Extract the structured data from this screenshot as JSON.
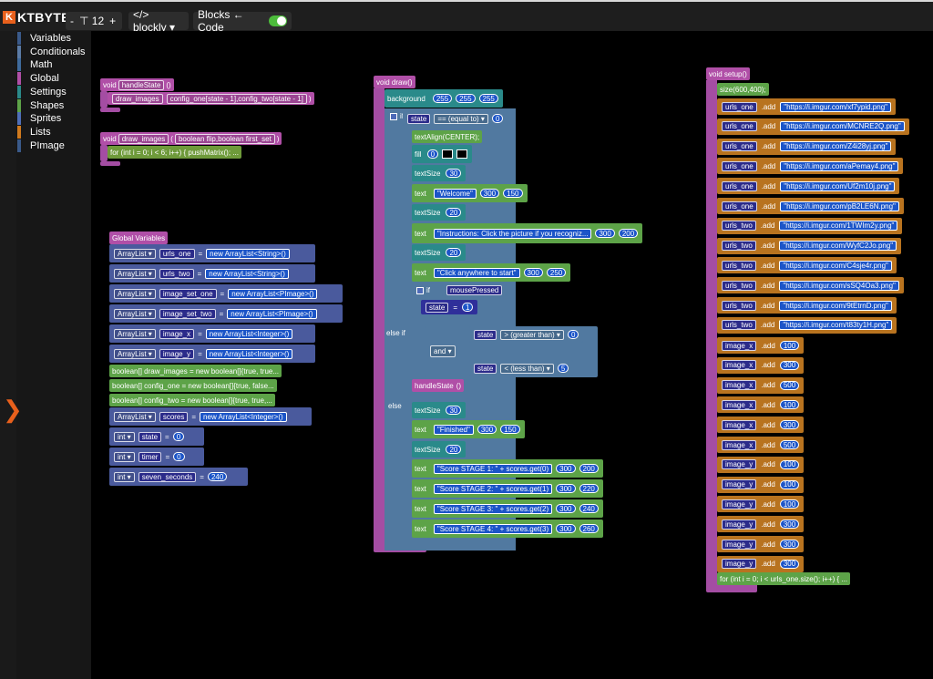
{
  "topbar": {
    "logo_mark": "K",
    "logo_text": "KTBYTE",
    "font_minus": "-",
    "font_size_label": "⊤ 12",
    "font_plus": "+",
    "mode_label": "</> blockly ▾",
    "toggle_label": "Blocks ← Code"
  },
  "sidebar": {
    "items": [
      {
        "label": "Variables",
        "color": "#3a5a8a"
      },
      {
        "label": "Conditionals",
        "color": "#5b7ba6"
      },
      {
        "label": "Math",
        "color": "#3f6b9d"
      },
      {
        "label": "Global",
        "color": "#b04fa7"
      },
      {
        "label": "Settings",
        "color": "#2b8a8a"
      },
      {
        "label": "Shapes",
        "color": "#5da348"
      },
      {
        "label": "Sprites",
        "color": "#4f6fb8"
      },
      {
        "label": "Lists",
        "color": "#d07a1e"
      },
      {
        "label": "PImage",
        "color": "#3a5a8a"
      }
    ],
    "collapse_arrow": "❯"
  },
  "workspace": {
    "handle_state": {
      "void": "void",
      "name": "handleState",
      "paren": "()",
      "body_call": "draw_images",
      "body_args": "config_one[state - 1],config_two[state - 1]",
      "body_close": ")"
    },
    "draw_images_fn": {
      "void": "void",
      "name": "draw_images",
      "params": "boolean flip,boolean first_set",
      "close": ")",
      "body": "for (int i = 0; i < 6; i++) {     pushMatrix(); ..."
    },
    "globals": {
      "title": "Global Variables",
      "rows": [
        {
          "type": "ArrayList ▾",
          "name": "urls_one",
          "value": "new ArrayList<String>()"
        },
        {
          "type": "ArrayList ▾",
          "name": "urls_two",
          "value": "new ArrayList<String>()"
        },
        {
          "type": "ArrayList ▾",
          "name": "image_set_one",
          "value": "new ArrayList<PImage>()"
        },
        {
          "type": "ArrayList ▾",
          "name": "image_set_two",
          "value": "new ArrayList<PImage>()"
        },
        {
          "type": "ArrayList ▾",
          "name": "image_x",
          "value": "new ArrayList<Integer>()"
        },
        {
          "type": "ArrayList ▾",
          "name": "image_y",
          "value": "new ArrayList<Integer>()"
        }
      ],
      "code_rows": [
        "boolean[] draw_images = new boolean[]{true, true...",
        "boolean[] config_one = new boolean[]{true, false...",
        "boolean[] config_two = new boolean[]{true, true,..."
      ],
      "scores": {
        "type": "ArrayList ▾",
        "name": "scores",
        "value": "new ArrayList<Integer>()"
      },
      "ints": [
        {
          "type": "int ▾",
          "name": "state",
          "value": "0"
        },
        {
          "type": "int ▾",
          "name": "timer",
          "value": "0"
        },
        {
          "type": "int ▾",
          "name": "seven_seconds",
          "value": "240"
        }
      ]
    },
    "draw": {
      "header": "void draw()",
      "background": {
        "label": "background",
        "r": "255",
        "g": "255",
        "b": "255"
      },
      "if_label": "if",
      "if_var": "state",
      "if_op": "== (equal to) ▾",
      "if_val": "0",
      "text_align": "textAlign(CENTER);",
      "fill_label": "fill",
      "fill_val": "0",
      "text_size_label": "textSize",
      "text_label": "text",
      "b1": {
        "size": "30",
        "text": "\"Welcome\"",
        "x": "300",
        "y": "150"
      },
      "b2": {
        "size": "20",
        "text": "\"Instructions: Click the picture if you recogniz...",
        "x": "300",
        "y": "200"
      },
      "b3": {
        "size": "20",
        "text": "\"Click anywhere to start\"",
        "x": "300",
        "y": "250"
      },
      "mouse_if": "if",
      "mouse_pressed": "mousePressed",
      "state_set": "state",
      "state_eq": "=",
      "state_val": "1",
      "else_if": "else if",
      "and_label": "and ▾",
      "gt_var": "state",
      "gt_op": "> (greater than) ▾",
      "gt_val": "0",
      "lt_var": "state",
      "lt_op": "< (less than) ▾",
      "lt_val": "5",
      "handle_call": "handleState",
      "handle_paren": "()",
      "else_label": "else",
      "finished": {
        "size": "30",
        "text": "\"Finished\"",
        "x": "300",
        "y": "150"
      },
      "score_size": "20",
      "scores": [
        {
          "text": "\"Score STAGE 1: \" + scores.get(0)",
          "x": "300",
          "y": "200"
        },
        {
          "text": "\"Score STAGE 2: \" + scores.get(1)",
          "x": "300",
          "y": "220"
        },
        {
          "text": "\"Score STAGE 3: \" + scores.get(2)",
          "x": "300",
          "y": "240"
        },
        {
          "text": "\"Score STAGE 4: \" + scores.get(3)",
          "x": "300",
          "y": "260"
        }
      ]
    },
    "setup": {
      "header": "void setup()",
      "size": "size(600,400);",
      "add_label": ".add",
      "urls": [
        {
          "list": "urls_one",
          "url": "\"https://i.imgur.com/xf7ypid.png\""
        },
        {
          "list": "urls_one",
          "url": "\"https://i.imgur.com/MCNRE2Q.png\""
        },
        {
          "list": "urls_one",
          "url": "\"https://i.imgur.com/Z4i28yj.png\""
        },
        {
          "list": "urls_one",
          "url": "\"https://i.imgur.com/aPemay4.png\""
        },
        {
          "list": "urls_one",
          "url": "\"https://i.imgur.com/Uf2m10j.png\""
        },
        {
          "list": "urls_one",
          "url": "\"https://i.imgur.com/pB2LE6N.png\""
        },
        {
          "list": "urls_two",
          "url": "\"https://i.imgur.com/1TWIm2y.png\""
        },
        {
          "list": "urls_two",
          "url": "\"https://i.imgur.com/WyfC2Jo.png\""
        },
        {
          "list": "urls_two",
          "url": "\"https://i.imgur.com/C4sje4r.png\""
        },
        {
          "list": "urls_two",
          "url": "\"https://i.imgur.com/sSQ4Oa3.png\""
        },
        {
          "list": "urls_two",
          "url": "\"https://i.imgur.com/9tEtrnD.png\""
        },
        {
          "list": "urls_two",
          "url": "\"https://i.imgur.com/t83ty1H.png\""
        }
      ],
      "coords": [
        {
          "list": "image_x",
          "val": "100"
        },
        {
          "list": "image_x",
          "val": "300"
        },
        {
          "list": "image_x",
          "val": "500"
        },
        {
          "list": "image_x",
          "val": "100"
        },
        {
          "list": "image_x",
          "val": "300"
        },
        {
          "list": "image_x",
          "val": "500"
        },
        {
          "list": "image_y",
          "val": "100"
        },
        {
          "list": "image_y",
          "val": "100"
        },
        {
          "list": "image_y",
          "val": "100"
        },
        {
          "list": "image_y",
          "val": "300"
        },
        {
          "list": "image_y",
          "val": "300"
        },
        {
          "list": "image_y",
          "val": "300"
        }
      ],
      "for_loop": "for (int i = 0; i < urls_one.size(); i++) {      ..."
    }
  }
}
